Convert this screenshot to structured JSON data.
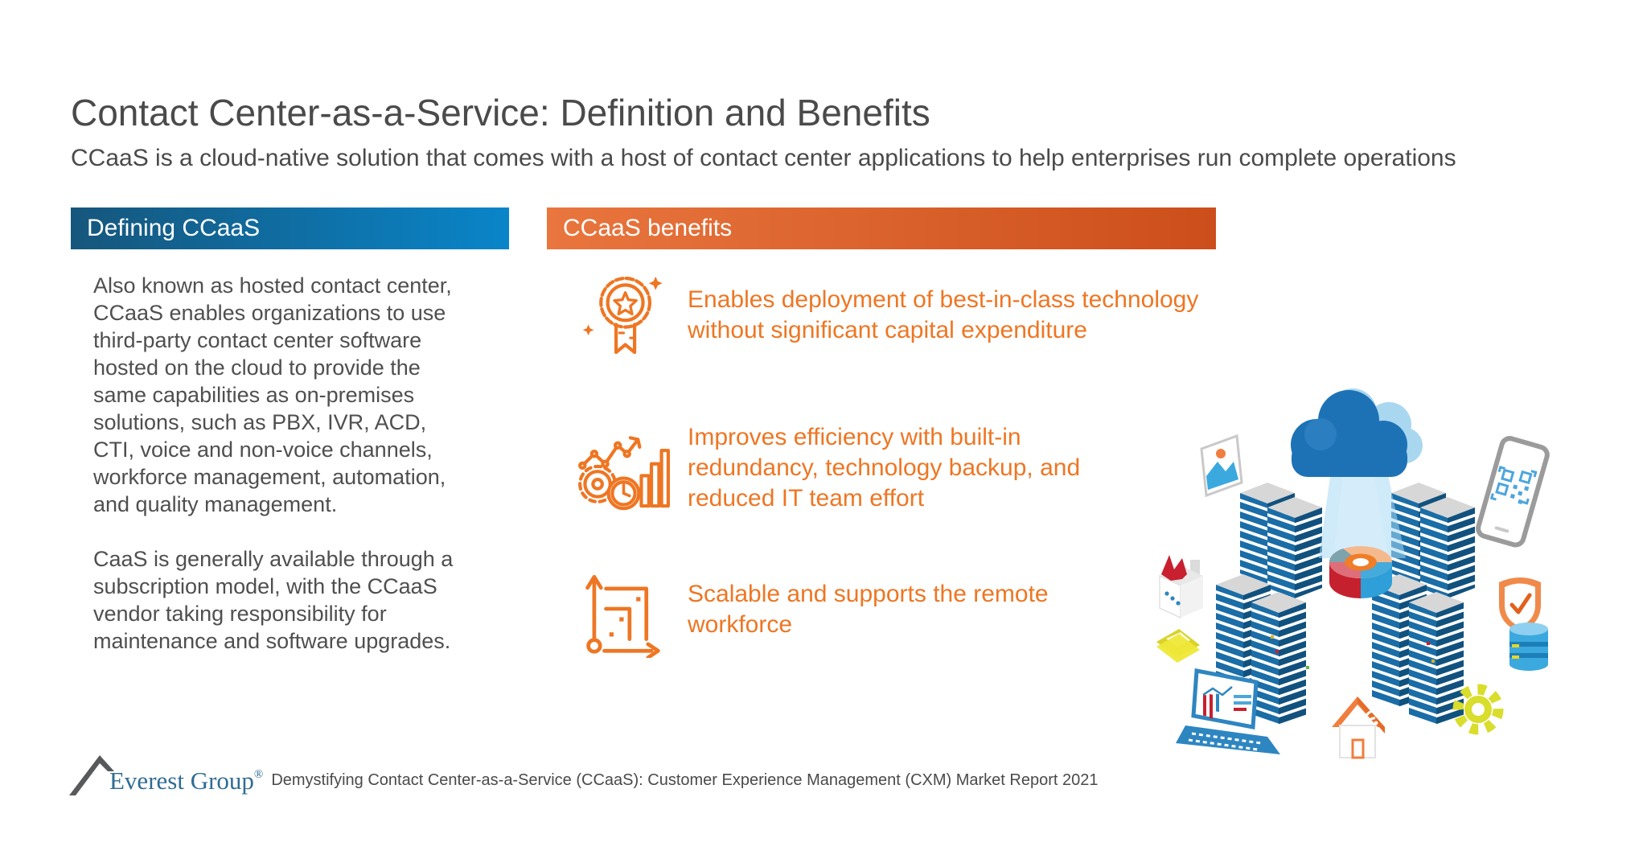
{
  "slide": {
    "title": "Contact Center-as-a-Service: Definition and Benefits",
    "subtitle": "CCaaS is a cloud-native solution that comes with a host of contact center applications to help enterprises run complete operations"
  },
  "defining": {
    "header": "Defining CCaaS",
    "para1_lines": [
      "Also known as hosted contact center,",
      "CCaaS enables organizations to use",
      "third-party contact center software",
      "hosted on the cloud to provide the",
      "same capabilities as on-premises",
      "solutions, such as PBX, IVR, ACD,",
      "CTI, voice and non-voice channels,",
      "workforce management, automation,",
      "and quality management."
    ],
    "para2_lines": [
      "CaaS is generally available through a",
      "subscription model, with the CCaaS",
      "vendor taking responsibility for",
      "maintenance and software upgrades."
    ]
  },
  "benefits": {
    "header": "CCaaS benefits",
    "items": [
      {
        "icon": "award-ribbon-icon",
        "lines": [
          "Enables deployment of best-in-class technology",
          "without significant capital expenditure"
        ]
      },
      {
        "icon": "efficiency-gear-clock-chart-icon",
        "lines": [
          "Improves efficiency with built-in",
          "redundancy, technology backup, and",
          "reduced IT team effort"
        ]
      },
      {
        "icon": "scalability-growth-arrows-icon",
        "lines": [
          "Scalable and supports the remote",
          "workforce"
        ]
      }
    ]
  },
  "illustration": {
    "icons": [
      "cloud-icon",
      "download-beam",
      "donut-chart-icon",
      "server-tower-icons",
      "photo-image-icon",
      "smartphone-qr-icon",
      "factory-icon",
      "folder-icon",
      "laptop-analytics-icon",
      "house-wifi-icon",
      "gear-icon",
      "shield-check-icon",
      "database-icon"
    ]
  },
  "footer": {
    "brand": "Everest Group",
    "registered_mark": "®",
    "source": "Demystifying Contact Center-as-a-Service (CCaaS): Customer Experience Management (CXM) Market Report 2021"
  },
  "colors": {
    "accent_orange": "#EE7623",
    "text_dark": "#4A4A4A",
    "blue_bar_start": "#16567C",
    "blue_bar_end": "#0985C9",
    "orange_bar_start": "#E9763E",
    "orange_bar_end": "#CC4E1B",
    "brand_blue": "#2F6C93"
  }
}
